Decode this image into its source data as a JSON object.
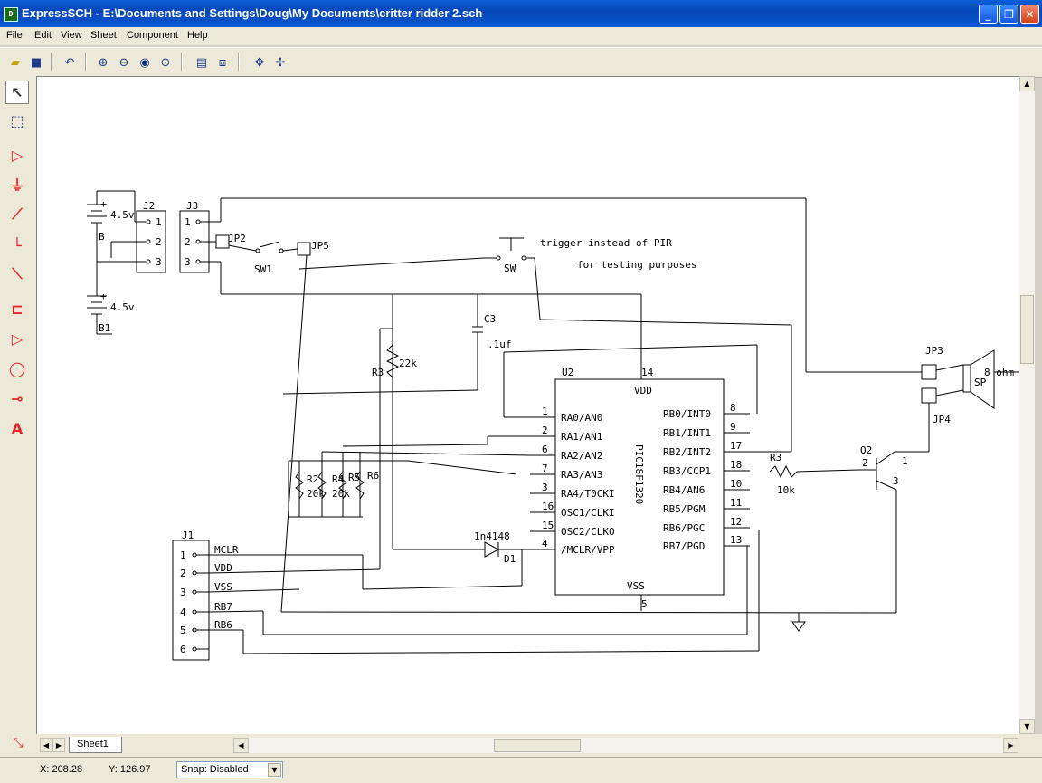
{
  "window": {
    "title": "ExpressSCH - E:\\Documents and Settings\\Doug\\My Documents\\critter ridder 2.sch"
  },
  "menu": [
    "File",
    "Edit",
    "View",
    "Sheet",
    "Component",
    "Help"
  ],
  "sheet_tab": "Sheet1",
  "status": {
    "x": "X: 208.28",
    "y": "Y: 126.97",
    "snap": "Snap: Disabled"
  },
  "schematic": {
    "battery_top": "4.5v",
    "battery_top_ref": "B",
    "battery_bottom": "4.5v",
    "battery_bottom_ref": "B1",
    "j2": "J2",
    "j3": "J3",
    "jp2": "JP2",
    "jp5": "JP5",
    "jp3": "JP3",
    "jp4": "JP4",
    "sw1": "SW1",
    "sw": "SW",
    "note1": "trigger instead of PIR",
    "note2": "for testing purposes",
    "c3": "C3",
    "c3_value": ".1uf",
    "r3_left": "R3",
    "r3_left_value": "22k",
    "r2": "R2",
    "r4": "R4",
    "r5": "R5",
    "r6": "R6",
    "r_val1": "20k",
    "r_val2": "20k",
    "u2": "U2",
    "chip": "PIC18F1320",
    "vdd": "VDD",
    "vss": "VSS",
    "pin14": "14",
    "pin5": "5",
    "left_pins": [
      {
        "num": "1",
        "label": "RA0/AN0"
      },
      {
        "num": "2",
        "label": "RA1/AN1"
      },
      {
        "num": "6",
        "label": "RA2/AN2"
      },
      {
        "num": "7",
        "label": "RA3/AN3"
      },
      {
        "num": "3",
        "label": "RA4/T0CKI"
      },
      {
        "num": "16",
        "label": "OSC1/CLKI"
      },
      {
        "num": "15",
        "label": "OSC2/CLKO"
      },
      {
        "num": "4",
        "label": "/MCLR/VPP"
      }
    ],
    "right_pins": [
      {
        "num": "8",
        "label": "RB0/INT0"
      },
      {
        "num": "9",
        "label": "RB1/INT1"
      },
      {
        "num": "17",
        "label": "RB2/INT2"
      },
      {
        "num": "18",
        "label": "RB3/CCP1"
      },
      {
        "num": "10",
        "label": "RB4/AN6"
      },
      {
        "num": "11",
        "label": "RB5/PGM"
      },
      {
        "num": "12",
        "label": "RB6/PGC"
      },
      {
        "num": "13",
        "label": "RB7/PGD"
      }
    ],
    "diode": "1n4148",
    "diode_ref": "D1",
    "r3_right": "R3",
    "r3_right_value": "10k",
    "q2": "Q2",
    "sp": "SP",
    "sp_value": "8 ohm",
    "j1": "J1",
    "j1_pins": [
      {
        "num": "1",
        "label": "MCLR"
      },
      {
        "num": "2",
        "label": "VDD"
      },
      {
        "num": "3",
        "label": "VSS"
      },
      {
        "num": "4",
        "label": "RB7"
      },
      {
        "num": "5",
        "label": "RB6"
      },
      {
        "num": "6",
        "label": ""
      }
    ],
    "j2_pins": [
      "1",
      "2",
      "3"
    ],
    "j3_pins": [
      "1",
      "2",
      "3"
    ],
    "q2_pins": [
      "1",
      "2",
      "3"
    ]
  }
}
